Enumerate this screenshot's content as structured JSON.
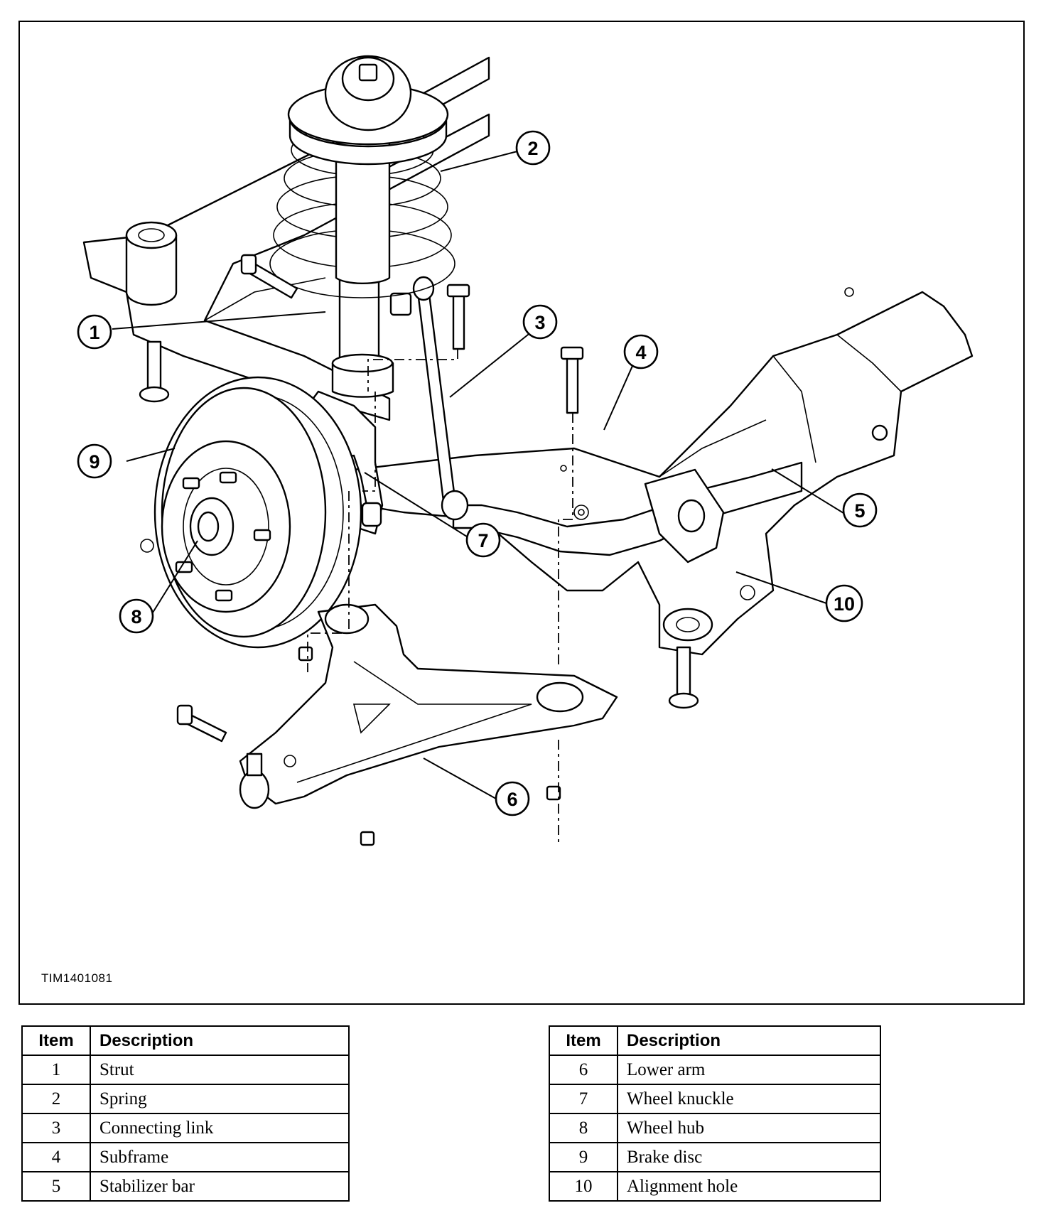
{
  "figure": {
    "id_label": "TIM1401081",
    "callouts": [
      "1",
      "2",
      "3",
      "4",
      "5",
      "6",
      "7",
      "8",
      "9",
      "10"
    ]
  },
  "legend": {
    "header_item": "Item",
    "header_description": "Description",
    "left_rows": [
      {
        "item": "1",
        "description": "Strut"
      },
      {
        "item": "2",
        "description": "Spring"
      },
      {
        "item": "3",
        "description": "Connecting link"
      },
      {
        "item": "4",
        "description": "Subframe"
      },
      {
        "item": "5",
        "description": "Stabilizer bar"
      }
    ],
    "right_rows": [
      {
        "item": "6",
        "description": "Lower arm"
      },
      {
        "item": "7",
        "description": "Wheel knuckle"
      },
      {
        "item": "8",
        "description": "Wheel hub"
      },
      {
        "item": "9",
        "description": "Brake disc"
      },
      {
        "item": "10",
        "description": "Alignment hole"
      }
    ]
  }
}
